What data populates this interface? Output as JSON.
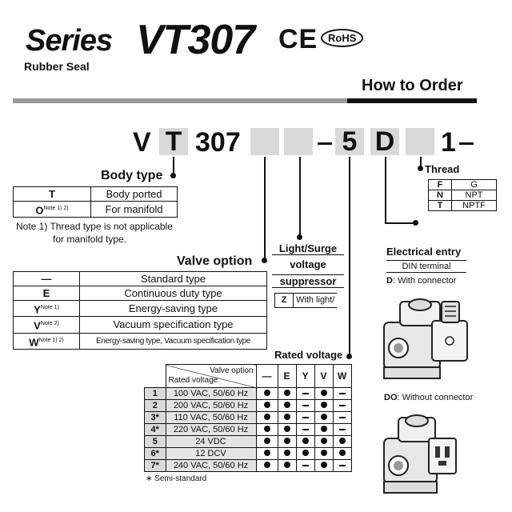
{
  "header": {
    "series_word": "Series",
    "model": "VT307",
    "ce_mark": "CE",
    "rohs_badge": "RoHS",
    "subtitle": "Rubber Seal",
    "section_title": "How to Order"
  },
  "code": {
    "c1": "V",
    "c2": "T",
    "c3": "307",
    "c4": "5",
    "c5": "D",
    "c6": "1"
  },
  "body_type": {
    "title": "Body type",
    "rows": [
      {
        "code": "T",
        "note": "",
        "desc": "Body ported"
      },
      {
        "code": "O",
        "note": "Note 1) 2)",
        "desc": "For manifold"
      }
    ],
    "note1": "Note 1) Thread type is not applicable",
    "note2": "for manifold type."
  },
  "thread": {
    "title": "Thread",
    "rows": [
      {
        "code": "F",
        "desc": "G"
      },
      {
        "code": "N",
        "desc": "NPT"
      },
      {
        "code": "T",
        "desc": "NPTF"
      }
    ]
  },
  "valve_option": {
    "title": "Valve option",
    "rows": [
      {
        "code": "—",
        "note": "",
        "desc": "Standard type"
      },
      {
        "code": "E",
        "note": "",
        "desc": "Continuous duty type"
      },
      {
        "code": "Y",
        "note": "Note 1)",
        "desc": "Energy-saving type"
      },
      {
        "code": "V",
        "note": "Note 2)",
        "desc": "Vacuum specification type"
      },
      {
        "code": "W",
        "note": "Note 1) 2)",
        "desc": "Energy-saving type, Vacuum specification type"
      }
    ]
  },
  "surge": {
    "title_l1": "Light/Surge",
    "title_l2": "voltage",
    "title_l3": "suppressor",
    "code": "Z",
    "desc": "With light/"
  },
  "electrical": {
    "title": "Electrical entry",
    "sub": "DIN terminal",
    "d_label": "D",
    "d_desc": ": With connector",
    "do_label": "DO",
    "do_desc": ": Without connector"
  },
  "rated_voltage": {
    "title": "Rated voltage",
    "corner_top": "Valve option",
    "corner_bottom": "Rated voltage",
    "columns": [
      "—",
      "E",
      "Y",
      "V",
      "W"
    ],
    "rows": [
      {
        "num": "1",
        "desc": "100 VAC, 50/60 Hz",
        "marks": [
          "dot",
          "dot",
          "dash",
          "dot",
          "dash"
        ]
      },
      {
        "num": "2",
        "desc": "200 VAC, 50/60 Hz",
        "marks": [
          "dot",
          "dot",
          "dash",
          "dot",
          "dash"
        ]
      },
      {
        "num": "3*",
        "desc": "110 VAC, 50/60 Hz",
        "marks": [
          "dot",
          "dot",
          "dash",
          "dot",
          "dash"
        ]
      },
      {
        "num": "4*",
        "desc": "220 VAC, 50/60 Hz",
        "marks": [
          "dot",
          "dot",
          "dash",
          "dot",
          "dash"
        ]
      },
      {
        "num": "5",
        "desc": "24 VDC",
        "marks": [
          "dot",
          "dot",
          "dot",
          "dot",
          "dot"
        ]
      },
      {
        "num": "6*",
        "desc": "12 DCV",
        "marks": [
          "dot",
          "dot",
          "dot",
          "dot",
          "dot"
        ]
      },
      {
        "num": "7*",
        "desc": "240 VAC, 50/60 Hz",
        "marks": [
          "dot",
          "dot",
          "dash",
          "dot",
          "dash"
        ]
      }
    ],
    "footnote": "∗ Semi-standard"
  }
}
